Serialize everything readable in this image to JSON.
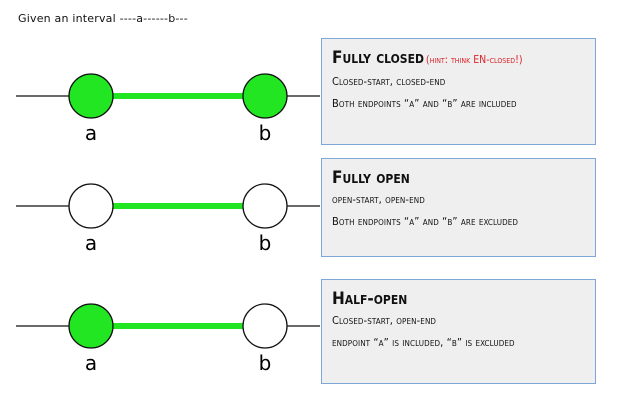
{
  "caption": "Given an interval ----a------b---",
  "colors": {
    "endpoint_fill": "#22e622",
    "segment": "#22e622",
    "box_border": "#7fa6d8",
    "box_bg": "#efefef",
    "hint_color": "#d9242a"
  },
  "intervals": [
    {
      "title": "Fully closed",
      "hint": "(hint: think EN-closed!)",
      "line1": "Closed-start, closed-end",
      "line2": "Both endpoints “a” and “b” are included",
      "a_label": "a",
      "b_label": "b",
      "a_included": true,
      "b_included": true
    },
    {
      "title": "Fully open",
      "hint": "",
      "line1": "open-start, open-end",
      "line2": "Both endpoints “a” and “b” are excluded",
      "a_label": "a",
      "b_label": "b",
      "a_included": false,
      "b_included": false
    },
    {
      "title": "Half-open",
      "hint": "",
      "line1": "Closed-start, open-end",
      "line2": "endpoint “a” is included, “b” is excluded",
      "a_label": "a",
      "b_label": "b",
      "a_included": true,
      "b_included": false
    }
  ]
}
